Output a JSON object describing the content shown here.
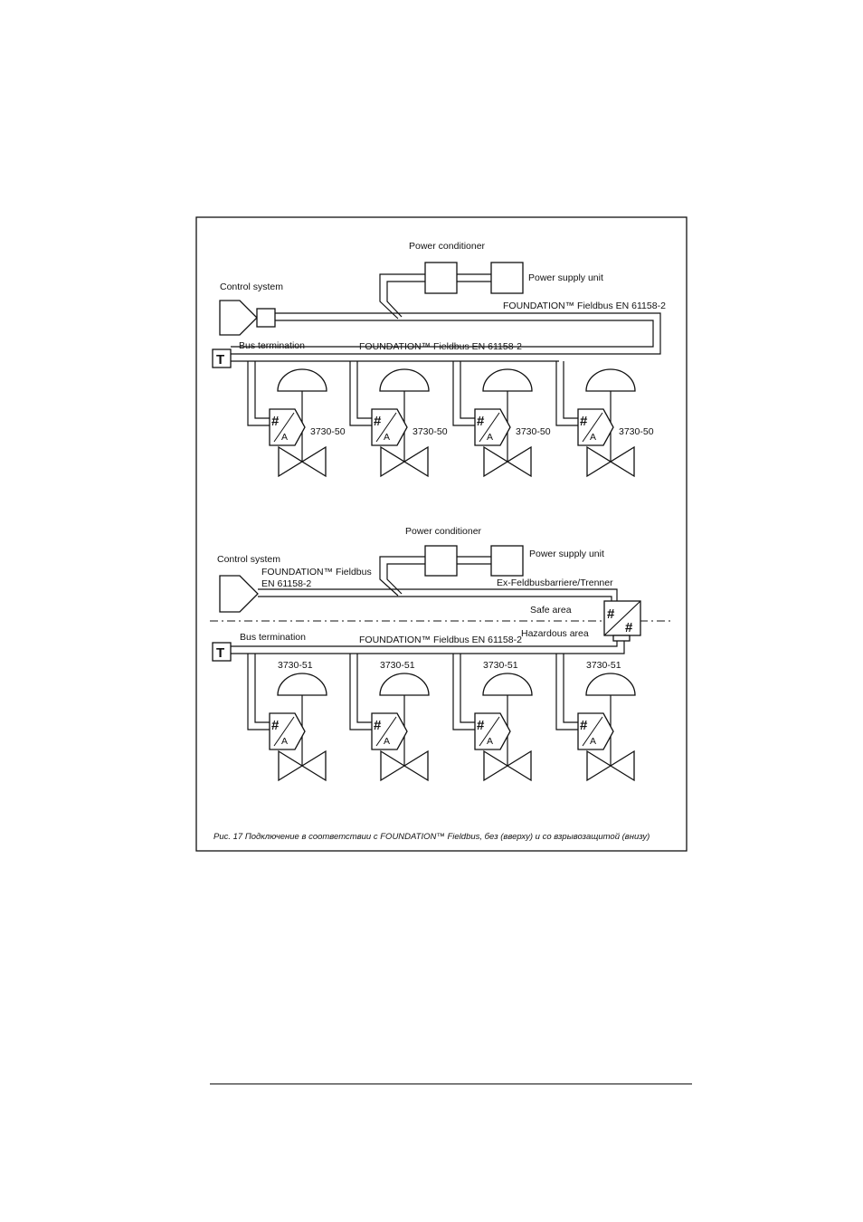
{
  "top": {
    "power_conditioner": "Power conditioner",
    "power_supply_unit": "Power supply unit",
    "control_system": "Control system",
    "fieldbus_right": "FOUNDATION™ Fieldbus EN 61158-2",
    "bus_termination": "Bus termination",
    "fieldbus_bus": "FOUNDATION™ Fieldbus EN 61158-2",
    "terminator": "T",
    "device_label": "3730-50",
    "hash": "#",
    "a": "A"
  },
  "bottom": {
    "power_conditioner": "Power conditioner",
    "power_supply_unit": "Power supply unit",
    "control_system": "Control system",
    "fieldbus_line1": "FOUNDATION™ Fieldbus",
    "fieldbus_line2": "EN 61158-2",
    "barrier": "Ex-Feldbusbarriere/Trenner",
    "safe_area": "Safe area",
    "hazardous_area": "Hazardous area",
    "bus_termination": "Bus termination",
    "fieldbus_bus": "FOUNDATION™ Fieldbus EN 61158-2",
    "terminator": "T",
    "device_label": "3730-51",
    "hash": "#",
    "a": "A"
  },
  "caption": "Рис. 17 Подключение в соответствии с FOUNDATION™ Fieldbus, без (вверху) и со взрывозащитой (внизу)"
}
